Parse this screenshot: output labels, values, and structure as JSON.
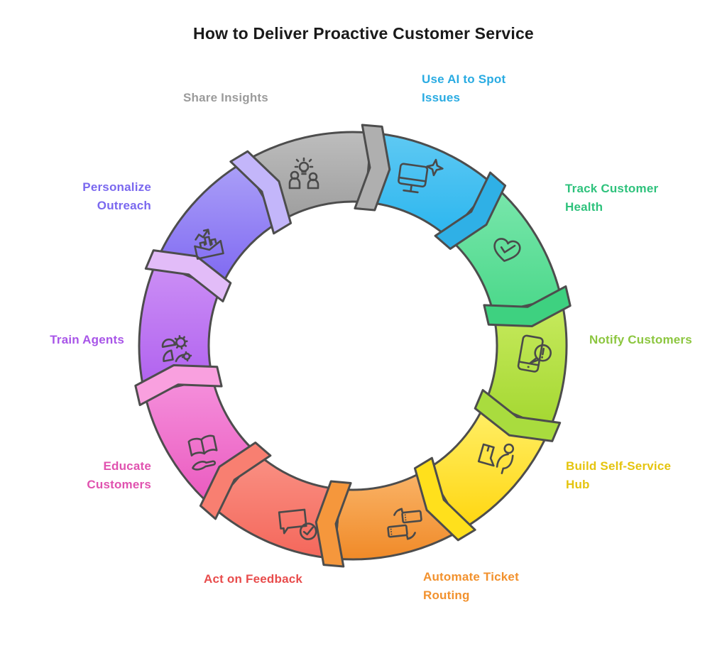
{
  "title": "How to Deliver Proactive Customer Service",
  "diagram": {
    "type": "circular-cycle",
    "steps_count": 10,
    "flow": "clockwise"
  },
  "segments": [
    {
      "label": "Use AI to Spot Issues",
      "icon": "monitor-sparkle-icon",
      "color_light": "#5FC9F3",
      "color_dark": "#2BB6EF",
      "tab_color": "#2FB0E6",
      "label_color": "#29ABE2"
    },
    {
      "label": "Track Customer Health",
      "icon": "heart-check-icon",
      "color_light": "#7BE7AD",
      "color_dark": "#4BD88A",
      "tab_color": "#3ED180",
      "label_color": "#2EC27C"
    },
    {
      "label": "Notify Customers",
      "icon": "phone-alert-icon",
      "color_light": "#C9EB60",
      "color_dark": "#A3D730",
      "tab_color": "#A9DC3E",
      "label_color": "#8CC63F"
    },
    {
      "label": "Build Self-Service Hub",
      "icon": "self-service-kiosk-icon",
      "color_light": "#FFF06C",
      "color_dark": "#FFD60F",
      "tab_color": "#FFE01C",
      "label_color": "#E5C40E"
    },
    {
      "label": "Automate Ticket Routing",
      "icon": "ticket-routing-icon",
      "color_light": "#FAB56A",
      "color_dark": "#F08A28",
      "tab_color": "#F5973C",
      "label_color": "#F2912D"
    },
    {
      "label": "Act on Feedback",
      "icon": "feedback-check-icon",
      "color_light": "#FA9184",
      "color_dark": "#F4675B",
      "tab_color": "#F87F71",
      "label_color": "#E84C4C"
    },
    {
      "label": "Educate Customers",
      "icon": "book-hand-icon",
      "color_light": "#F590DC",
      "color_dark": "#EA58BE",
      "tab_color": "#F9A0DF",
      "label_color": "#E052AF"
    },
    {
      "label": "Train Agents",
      "icon": "person-gears-icon",
      "color_light": "#CC90F5",
      "color_dark": "#AF5FEF",
      "tab_color": "#E2BCF8",
      "label_color": "#A855E8"
    },
    {
      "label": "Personalize Outreach",
      "icon": "envelope-chart-icon",
      "color_light": "#ABA0F8",
      "color_dark": "#7D66F1",
      "tab_color": "#C3B6FA",
      "label_color": "#7A68EF"
    },
    {
      "label": "Share Insights",
      "icon": "team-idea-icon",
      "color_light": "#BDBDBD",
      "color_dark": "#9D9D9D",
      "tab_color": "#AFAFAF",
      "label_color": "#9B9B9B"
    }
  ],
  "styles": {
    "outline_color": "#4D4D4D",
    "title_color": "#1A1A1A",
    "background": "#FFFFFF"
  }
}
